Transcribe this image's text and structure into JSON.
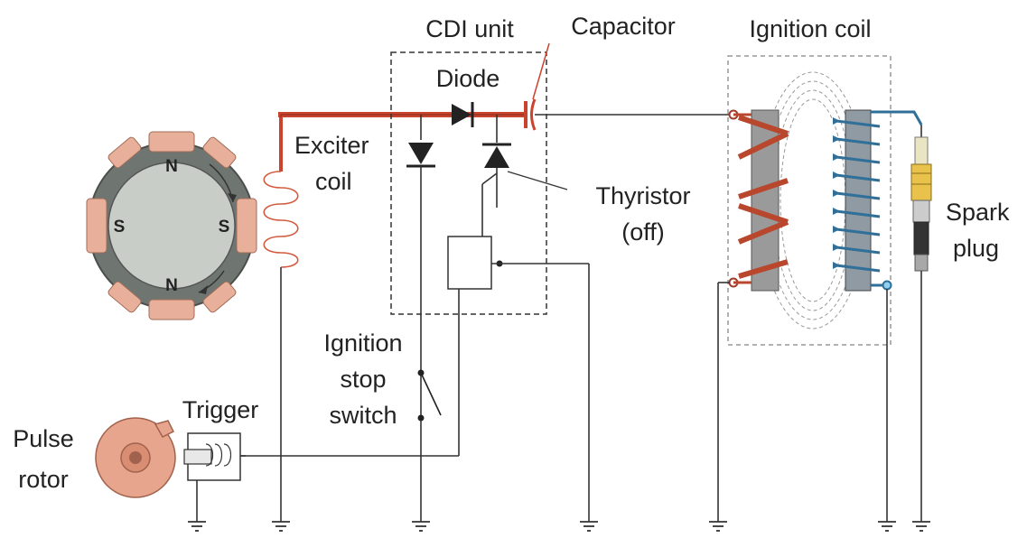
{
  "labels": {
    "cdi_unit": "CDI unit",
    "capacitor": "Capacitor",
    "diode": "Diode",
    "ignition_coil": "Ignition coil",
    "exciter_line1": "Exciter",
    "exciter_line2": "coil",
    "thyristor_line1": "Thyristor",
    "thyristor_line2": "(off)",
    "spark_line1": "Spark",
    "spark_line2": "plug",
    "stop_line1": "Ignition",
    "stop_line2": "stop",
    "stop_line3": "switch",
    "trigger": "Trigger",
    "pulse_line1": "Pulse",
    "pulse_line2": "rotor"
  },
  "poles": {
    "north": "N",
    "south": "S"
  },
  "colors": {
    "wire": "#333333",
    "charge_path": "#c9442f",
    "magnet_pad": "#e8b09a",
    "rotor_ring": "#6f7671",
    "rotor_core": "#c9cdc8",
    "coil_core": "#9a9a9a",
    "coil_winding_primary": "#b8472e",
    "coil_winding_secondary": "#2f6f98",
    "pulse_rotor": "#e8a58e"
  }
}
